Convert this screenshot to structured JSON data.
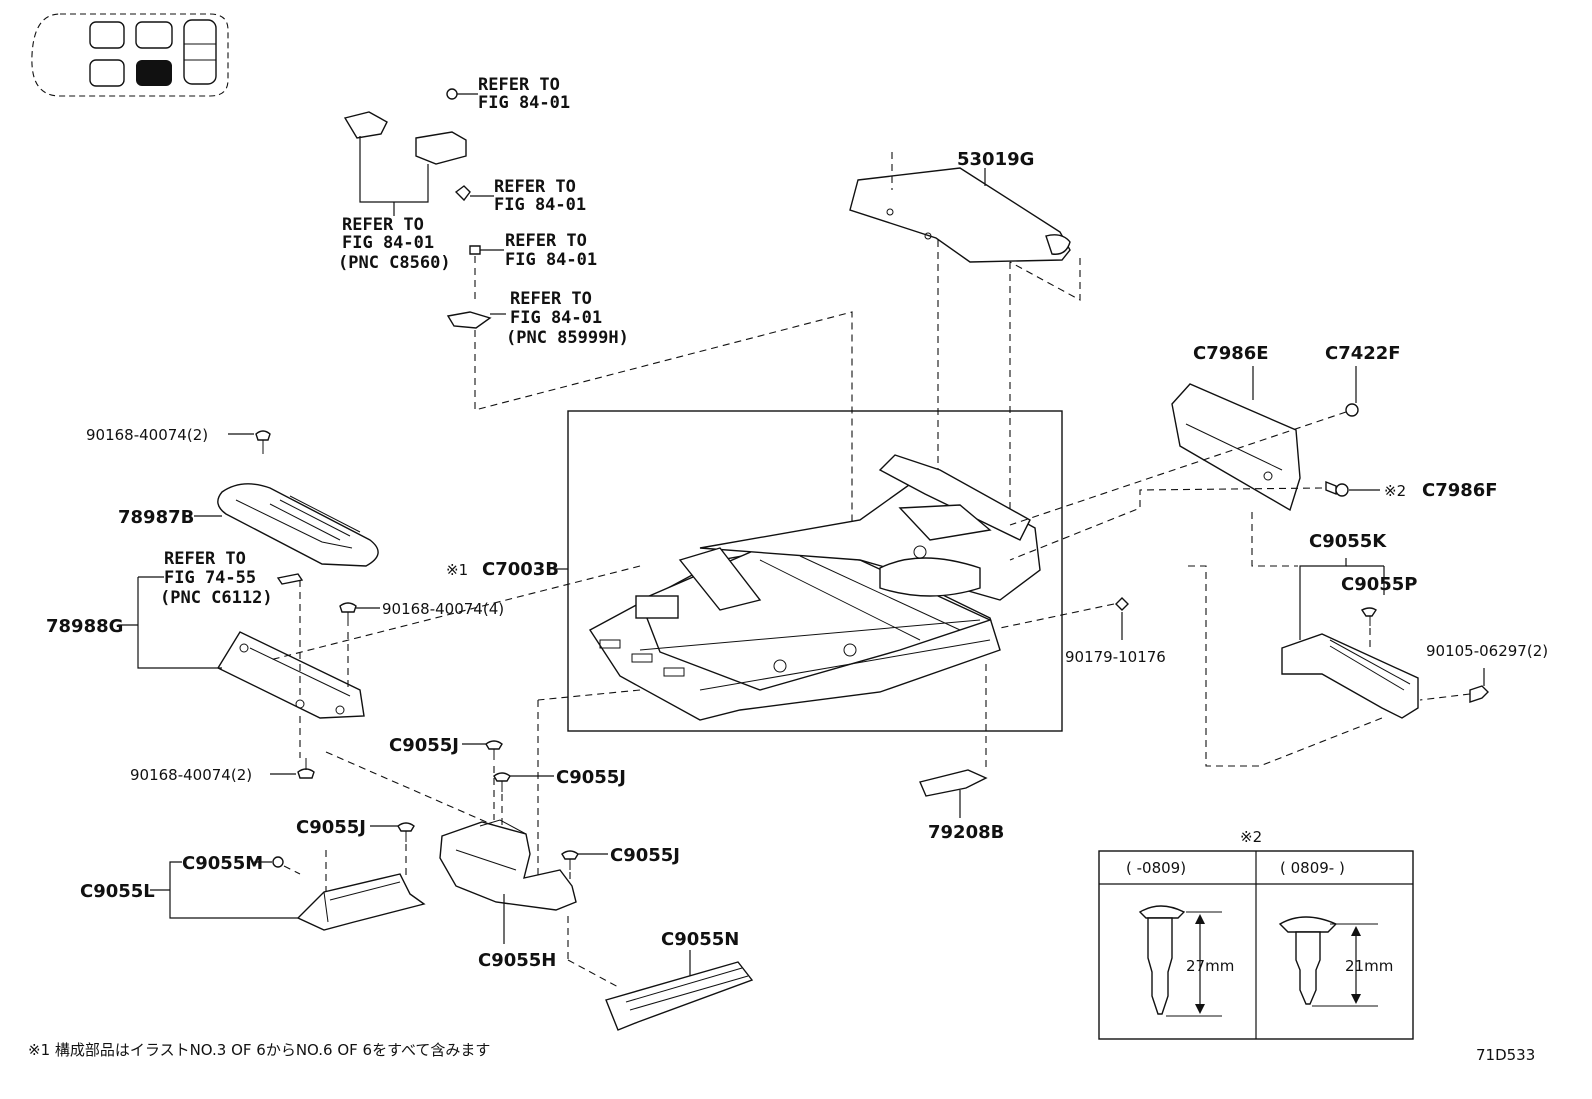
{
  "labels": {
    "refer_fig84_a": [
      "REFER TO",
      "FIG 84-01"
    ],
    "refer_fig84_b": [
      "REFER TO",
      "FIG 84-01"
    ],
    "refer_fig84_c": [
      "REFER TO",
      "FIG 84-01"
    ],
    "refer_fig84_pnc_c8560": [
      "REFER TO",
      "FIG 84-01",
      "(PNC C8560)"
    ],
    "refer_fig84_pnc_85999h": [
      "REFER TO",
      "FIG 84-01",
      "(PNC 85999H)"
    ],
    "refer_fig74": [
      "REFER TO",
      "FIG 74-55",
      "(PNC C6112)"
    ],
    "p_53019G": "53019G",
    "p_C7986E": "C7986E",
    "p_C7422F": "C7422F",
    "p_C7986F": "C7986F",
    "p_C7986F_mark": "※2",
    "p_C9055K": "C9055K",
    "p_C9055P": "C9055P",
    "p_90105_06297": "90105-06297(2)",
    "p_90179_10176": "90179-10176",
    "p_79208B": "79208B",
    "p_C7003B": "C7003B",
    "p_C7003B_mark": "※1",
    "p_90168_top": "90168-40074(2)",
    "p_78987B": "78987B",
    "p_78988G": "78988G",
    "p_90168_mid": "90168-40074(4)",
    "p_90168_bot": "90168-40074(2)",
    "p_C9055J_1": "C9055J",
    "p_C9055J_2": "C9055J",
    "p_C9055J_3": "C9055J",
    "p_C9055J_4": "C9055J",
    "p_C9055M": "C9055M",
    "p_C9055L": "C9055L",
    "p_C9055H": "C9055H",
    "p_C9055N": "C9055N"
  },
  "detail_table": {
    "mark": "※2",
    "col1_header": "(      -0809)",
    "col2_header": "( 0809-      )",
    "col1_dim": "27mm",
    "col2_dim": "21mm"
  },
  "footnote": "※1 構成部品はイラストNO.3 OF 6からNO.6 OF 6をすべて含みます",
  "figure_code": "71D533"
}
